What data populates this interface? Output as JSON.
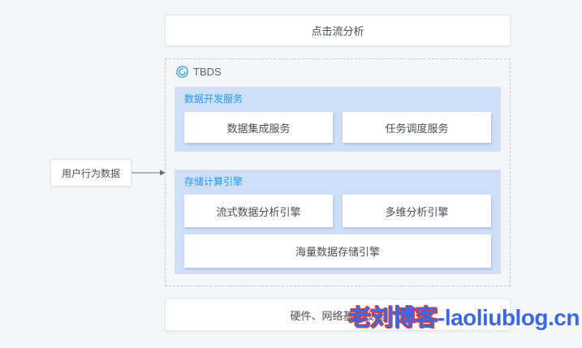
{
  "top_box": {
    "label": "点击流分析"
  },
  "source_box": {
    "label": "用户行为数据"
  },
  "tbds": {
    "title": "TBDS",
    "sections": [
      {
        "title": "数据开发服务",
        "boxes": [
          "数据集成服务",
          "任务调度服务"
        ]
      },
      {
        "title": "存储计算引擎",
        "boxes": [
          "流式数据分析引擎",
          "多维分析引擎"
        ],
        "wide_box": "海量数据存储引擎"
      }
    ]
  },
  "bottom_box": {
    "label": "硬件、网络基础设施"
  },
  "watermark": {
    "cn": "老刘博客",
    "latin": "-laoliublog.cn"
  },
  "colors": {
    "page_bg": "#f5f6f8",
    "panel_blue": "#cfdff8",
    "section_title_blue": "#1e9bf9",
    "logo_blue": "#2e9cf5",
    "dashed_border": "#c6cacf",
    "watermark_blue": "#3e68e3",
    "watermark_red": "#ee3526",
    "box_text": "#4a4e57"
  }
}
